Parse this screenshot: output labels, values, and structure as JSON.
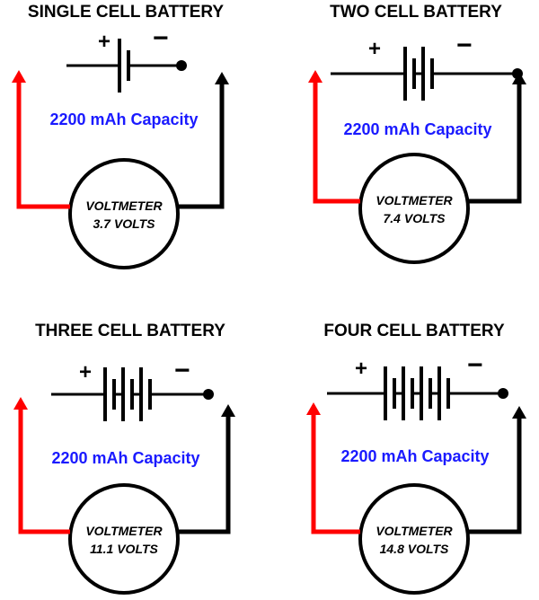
{
  "colors": {
    "positive_lead": "#ff0000",
    "negative_lead": "#000000",
    "capacity_text": "#1a1aff"
  },
  "panels": [
    {
      "title": "SINGLE CELL BATTERY",
      "cells": 1,
      "capacity": "2200 mAh Capacity",
      "meter_label": "VOLTMETER",
      "voltage": "3.7 VOLTS",
      "plus": "+",
      "minus": "−"
    },
    {
      "title": "TWO CELL BATTERY",
      "cells": 2,
      "capacity": "2200 mAh Capacity",
      "meter_label": "VOLTMETER",
      "voltage": "7.4 VOLTS",
      "plus": "+",
      "minus": "−"
    },
    {
      "title": "THREE CELL BATTERY",
      "cells": 3,
      "capacity": "2200 mAh Capacity",
      "meter_label": "VOLTMETER",
      "voltage": "11.1 VOLTS",
      "plus": "+",
      "minus": "−"
    },
    {
      "title": "FOUR CELL BATTERY",
      "cells": 4,
      "capacity": "2200 mAh Capacity",
      "meter_label": "VOLTMETER",
      "voltage": "14.8 VOLTS",
      "plus": "+",
      "minus": "−"
    }
  ]
}
